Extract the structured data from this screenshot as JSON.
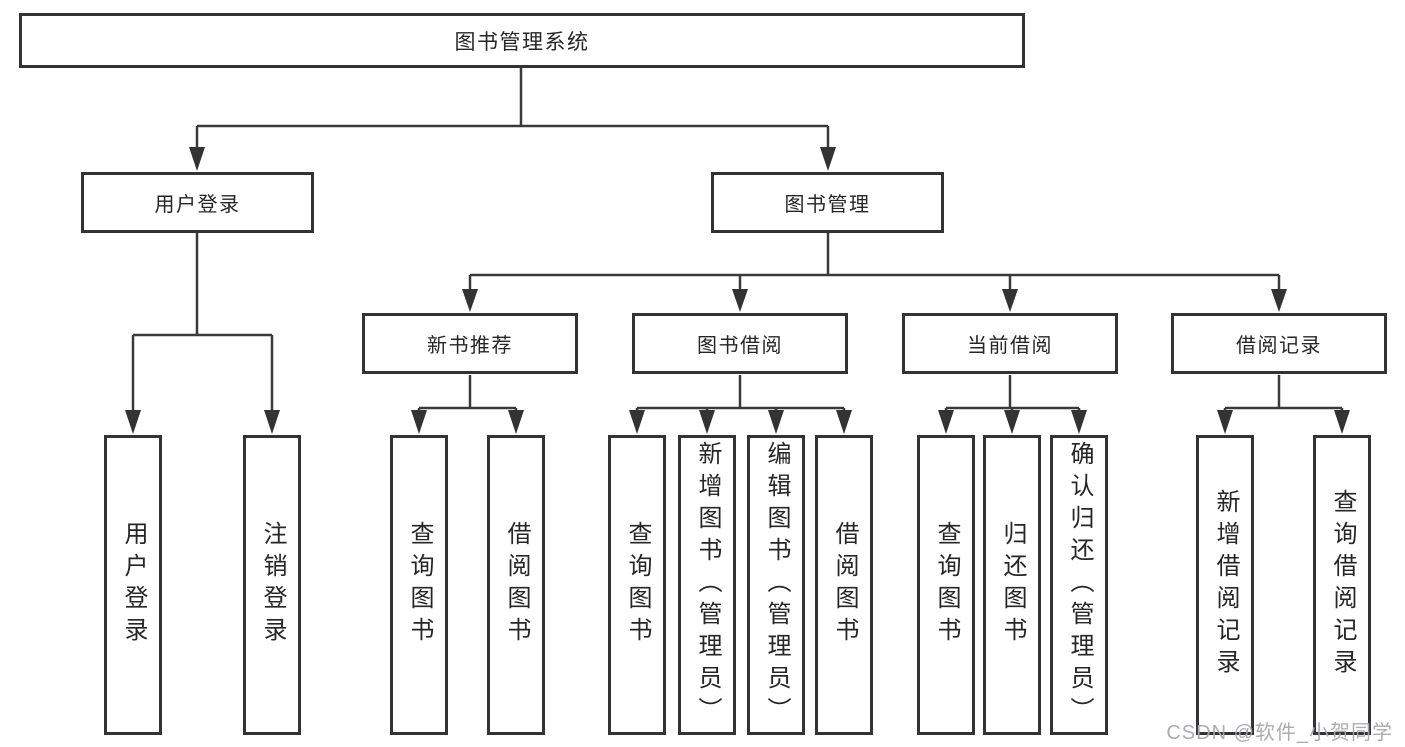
{
  "diagram": {
    "title": "图书管理系统",
    "level2": [
      {
        "id": "user-login",
        "label": "用户登录"
      },
      {
        "id": "book-management",
        "label": "图书管理"
      }
    ],
    "level3": [
      {
        "id": "new-book-recommend",
        "label": "新书推荐",
        "parent": "图书管理"
      },
      {
        "id": "book-borrowing",
        "label": "图书借阅",
        "parent": "图书管理"
      },
      {
        "id": "current-borrowing",
        "label": "当前借阅",
        "parent": "图书管理"
      },
      {
        "id": "borrow-records",
        "label": "借阅记录",
        "parent": "图书管理"
      }
    ],
    "leaves": [
      {
        "label": "用户登录",
        "parent": "用户登录"
      },
      {
        "label": "注销登录",
        "parent": "用户登录"
      },
      {
        "label": "查询图书",
        "parent": "新书推荐"
      },
      {
        "label": "借阅图书",
        "parent": "新书推荐"
      },
      {
        "label": "查询图书",
        "parent": "图书借阅"
      },
      {
        "label": "新增图书（管理员）",
        "parent": "图书借阅"
      },
      {
        "label": "编辑图书（管理员）",
        "parent": "图书借阅"
      },
      {
        "label": "借阅图书",
        "parent": "图书借阅"
      },
      {
        "label": "查询图书",
        "parent": "当前借阅"
      },
      {
        "label": "归还图书",
        "parent": "当前借阅"
      },
      {
        "label": "确认归还（管理员）",
        "parent": "当前借阅"
      },
      {
        "label": "新增借阅记录",
        "parent": "借阅记录"
      },
      {
        "label": "查询借阅记录",
        "parent": "借阅记录"
      }
    ]
  },
  "watermark": {
    "text": "CSDN @软件_小贺同学",
    "color": "#a8a8ae"
  },
  "colors": {
    "line": "#3a3a3a",
    "border": "#333333",
    "text": "#262626",
    "background": "#ffffff"
  }
}
